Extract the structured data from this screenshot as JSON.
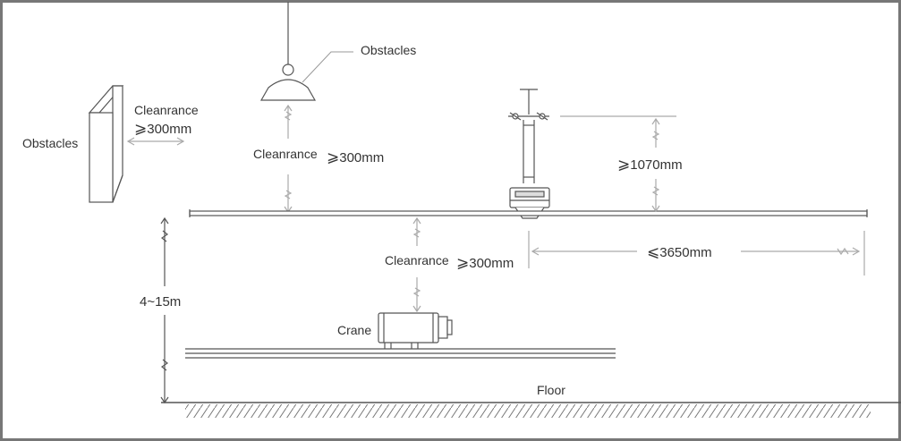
{
  "labels": {
    "obstacles_top": "Obstacles",
    "obstacles_left": "Obstacles",
    "clearance_wall_line1": "Cleanrance",
    "clearance_wall_value": "300mm",
    "clearance_lamp": "Cleanrance",
    "clearance_lamp_value": "300mm",
    "clearance_crane": "Cleanrance",
    "clearance_crane_value": "300mm",
    "fan_drop": "1070mm",
    "blade_radius": "3650mm",
    "height_range": "4~15m",
    "crane": "Crane",
    "floor": "Floor"
  },
  "symbols": {
    "ge": "⩾",
    "le": "⩽"
  },
  "colors": {
    "border": "#777777",
    "line": "#555555",
    "dimension": "#aaaaaa",
    "text": "#333333"
  }
}
